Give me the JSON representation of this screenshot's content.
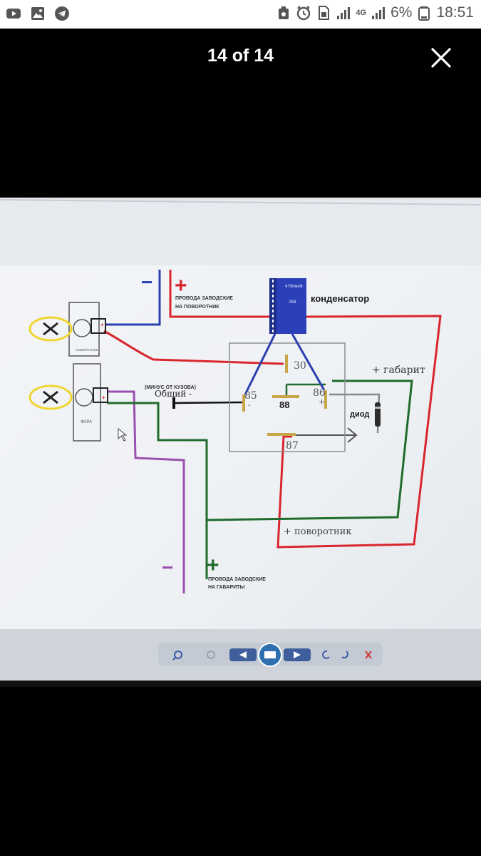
{
  "status_bar": {
    "left_icons": [
      "youtube-icon",
      "gallery-icon",
      "telegram-icon"
    ],
    "right_icons": [
      "recycle-icon",
      "alarm-icon",
      "sim-icon",
      "signal-icon",
      "network-4g-icon",
      "signal-icon",
      "battery-icon"
    ],
    "network": "4G",
    "battery": "6%",
    "time": "18:51"
  },
  "viewer": {
    "counter": "14 of 14",
    "close_icon": "close-icon"
  },
  "diagram": {
    "wires_top_minus": "−",
    "wires_top_plus": "+",
    "wires_top_label_1": "ПРОВОДА ЗАВОДСКИЕ",
    "wires_top_label_2": "НА ПОВОРОТНИК",
    "capacitor_value": "4700мкФ",
    "capacitor_voltage": "25В",
    "capacitor_label": "конденсатор",
    "headlamp_small_label": "ПОВОРОТНИК",
    "headlamp_label": "ФАРА",
    "common_minus_caption": "(МИНУС ОТ КУЗОВА)",
    "common_minus": "Общий -",
    "pin_30": "30",
    "pin_85": "85",
    "pin_86": "86",
    "pin_87": "87",
    "relay_88": "88",
    "plus_gabarit": "+ габарит",
    "diode": "диод",
    "plus_povorotnik": "+ поворотник",
    "wires_bottom_minus": "−",
    "wires_bottom_plus": "+",
    "wires_bottom_label_1": "ПРОВОДА ЗАВОДСКИЕ",
    "wires_bottom_label_2": "НА ГАБАРИТЫ"
  },
  "colors": {
    "wire_red": "#d9262e",
    "wire_blue": "#2b3fb0",
    "wire_green": "#1f6b2c",
    "wire_purple": "#9b4fb0",
    "capacitor": "#2a3fb8"
  },
  "media_toolbar": [
    "zoom-icon",
    "fit-icon",
    "previous-icon",
    "slideshow-icon",
    "next-icon",
    "rotate-left-icon",
    "rotate-right-icon",
    "delete-icon"
  ]
}
